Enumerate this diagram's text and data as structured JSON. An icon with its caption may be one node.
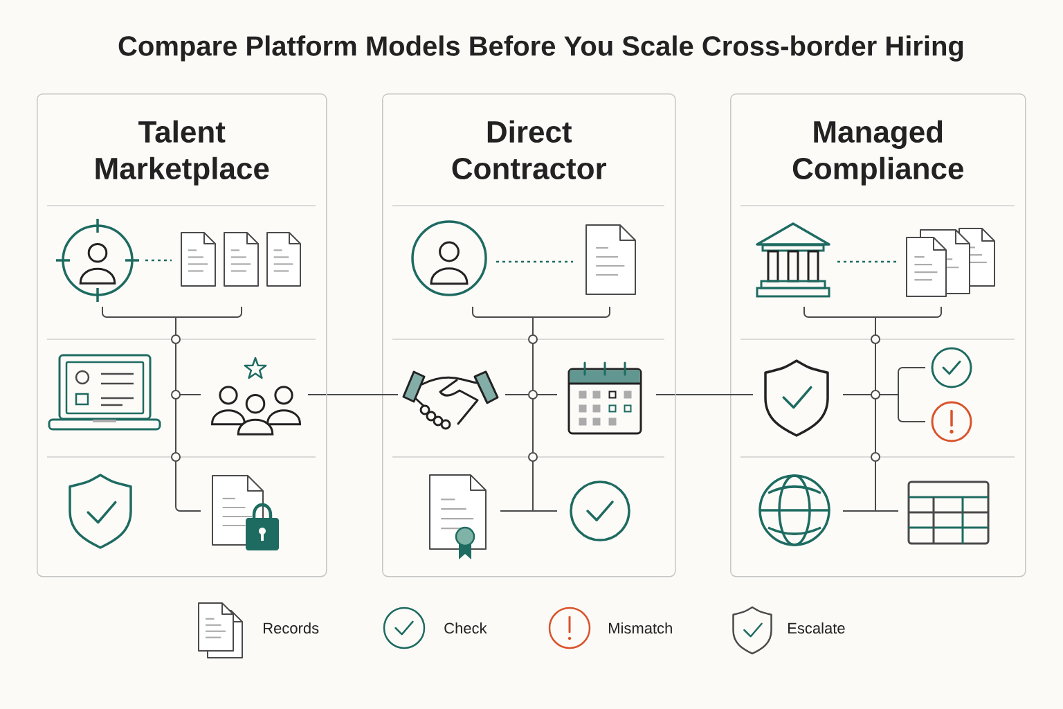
{
  "diagram": {
    "title": "Compare Platform Models Before You Scale Cross-border Hiring",
    "nodes": [
      {
        "text": [
          "Talent Marketplace"
        ]
      },
      {
        "text": [
          "Direct Contractor"
        ]
      },
      {
        "text": [
          "Managed Compliance"
        ]
      }
    ],
    "edges": [
      {
        "from": 0,
        "to": 1,
        "arrow": "none"
      },
      {
        "from": 1,
        "to": 2,
        "arrow": "none"
      }
    ],
    "legend": [
      {
        "text": "Records"
      },
      {
        "text": "Check"
      },
      {
        "text": "Mismatch"
      },
      {
        "text": "Escalate"
      }
    ]
  }
}
